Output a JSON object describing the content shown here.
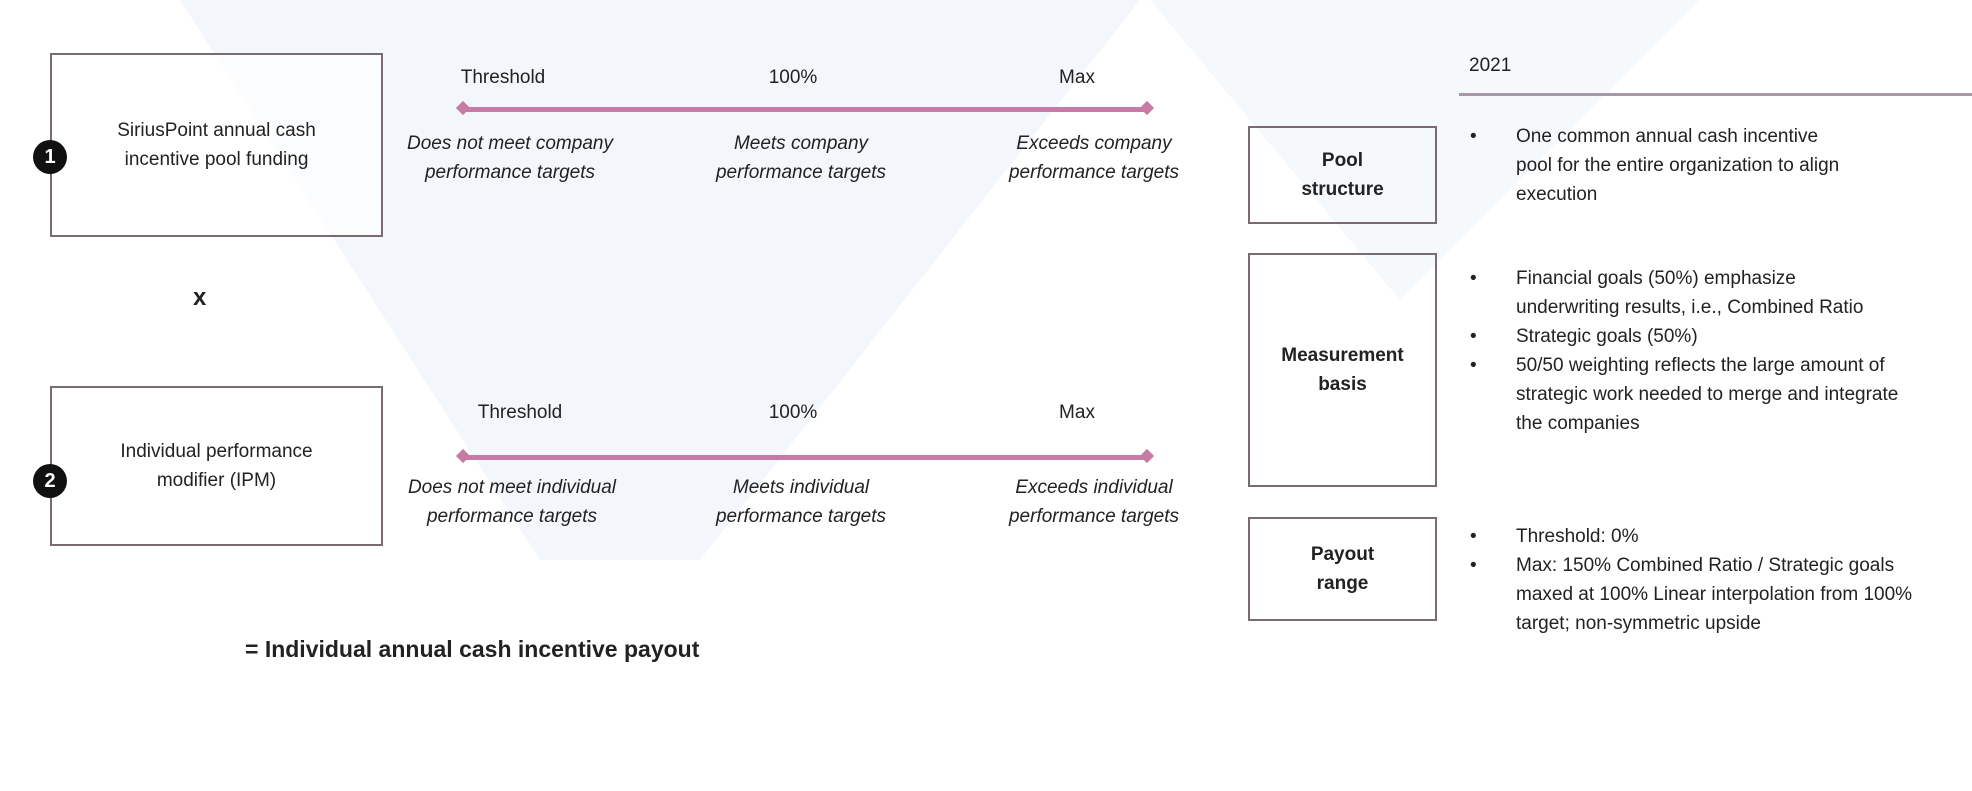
{
  "step1": {
    "number": "1",
    "title": "SiriusPoint annual cash incentive pool funding",
    "scale_labels": [
      "Threshold",
      "100%",
      "Max"
    ],
    "descriptions": [
      "Does not meet company performance targets",
      "Meets company performance targets",
      "Exceeds company performance targets"
    ]
  },
  "operator": "x",
  "step2": {
    "number": "2",
    "title": "Individual performance modifier (IPM)",
    "scale_labels": [
      "Threshold",
      "100%",
      "Max"
    ],
    "descriptions": [
      "Does not meet individual performance targets",
      "Meets individual performance targets",
      "Exceeds individual performance targets"
    ]
  },
  "result": "= Individual annual cash incentive payout",
  "year_header": "2021",
  "rows": [
    {
      "label": "Pool structure",
      "bullets": [
        "One common annual cash incentive pool for the entire organization to align execution"
      ]
    },
    {
      "label": "Measurement basis",
      "bullets": [
        "Financial goals (50%) emphasize underwriting results, i.e., Combined Ratio",
        "Strategic goals (50%)",
        "50/50 weighting reflects the large amount of strategic work needed to merge and integrate the companies"
      ]
    },
    {
      "label": "Payout range",
      "bullets": [
        "Threshold: 0%",
        "Max: 150% Combined Ratio / Strategic goals maxed at 100% Linear interpolation from 100% target; non-symmetric upside"
      ]
    }
  ],
  "colors": {
    "arrow": "#c77aa6",
    "rule": "#a898a8",
    "border": "#7a6a74"
  }
}
